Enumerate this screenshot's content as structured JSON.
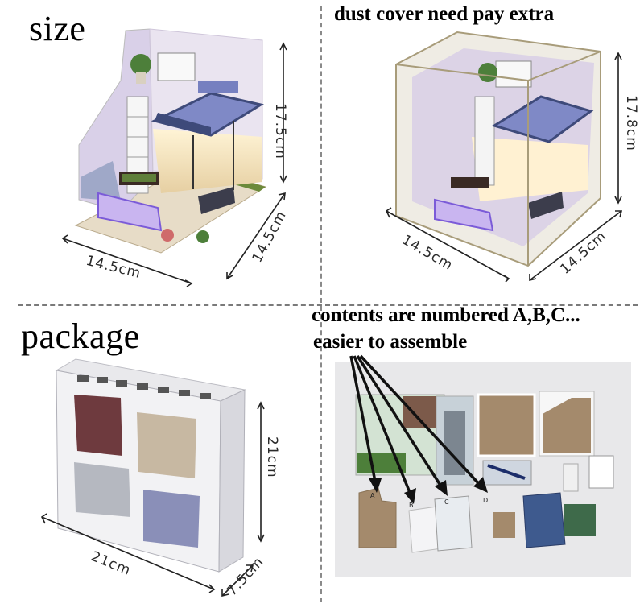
{
  "headings": {
    "size": "size",
    "package": "package",
    "dust_cover": "dust cover need pay extra",
    "contents_line1": "contents are numbered A,B,C...",
    "contents_line2": "easier to assemble"
  },
  "dimensions": {
    "house_height": "17.5cm",
    "house_width": "14.5cm",
    "house_depth": "14.5cm",
    "cover_height": "17.8cm",
    "cover_width": "14.5cm",
    "cover_depth": "14.5cm",
    "box_height": "21cm",
    "box_width": "21cm",
    "box_depth": "7.5cm"
  },
  "part_labels": [
    "A",
    "B",
    "C",
    "D"
  ],
  "colors": {
    "divider": "#7a7a7a",
    "wall": "#dcd3e6",
    "floor": "#f0e6d4",
    "loft_blue": "#3e4a7a",
    "bed": "#7f89c6",
    "pool": "#c9b5f0",
    "cardboard": "#a48a6c",
    "box_white": "#f2f2f4"
  }
}
